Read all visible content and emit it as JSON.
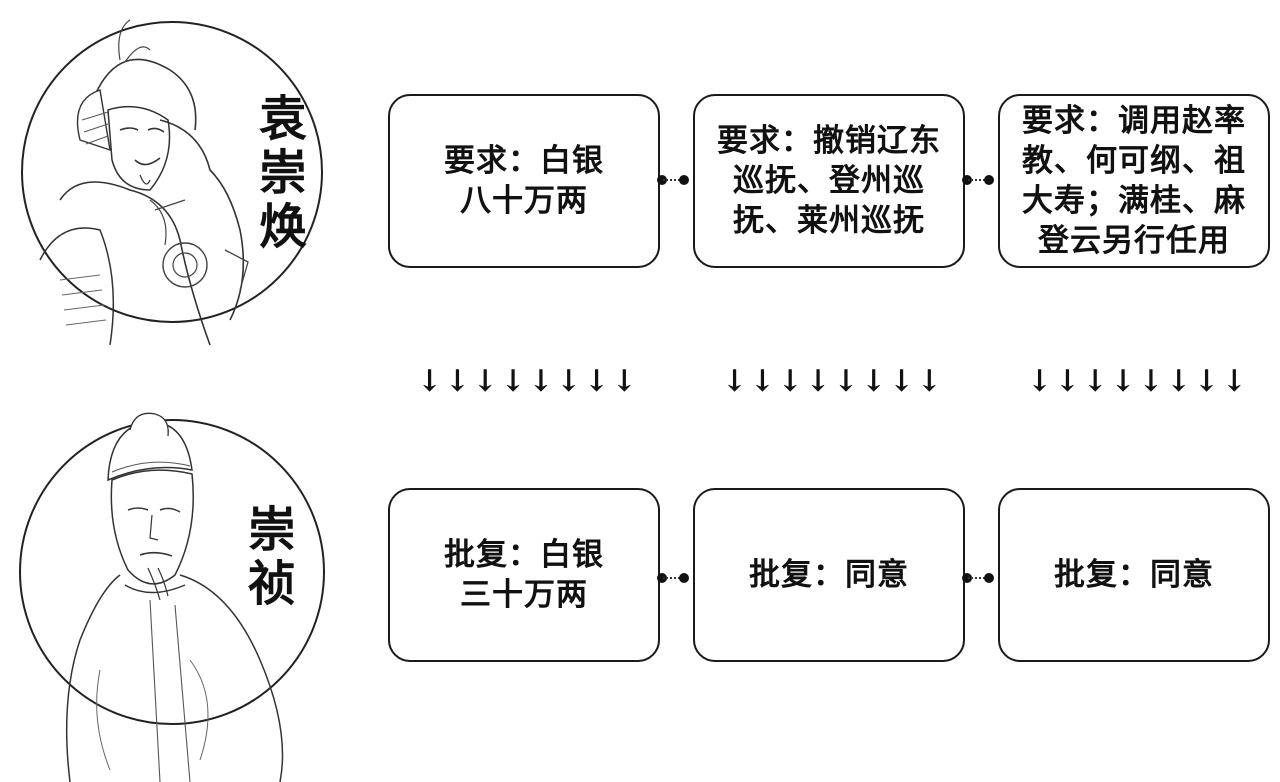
{
  "people": {
    "top": {
      "name": "袁崇焕",
      "icon": "general-portrait-icon"
    },
    "bottom": {
      "name": "崇祯",
      "icon": "emperor-portrait-icon"
    }
  },
  "requests": [
    {
      "text": "要求：白银八十万两"
    },
    {
      "text": "要求：撤销辽东巡抚、登州巡抚、莱州巡抚"
    },
    {
      "text": "要求：调用赵率教、何可纲、祖大寿；满桂、麻登云另行任用"
    }
  ],
  "replies": [
    {
      "text": "批复：白银三十万两"
    },
    {
      "text": "批复：同意"
    },
    {
      "text": "批复：同意"
    }
  ],
  "arrow_glyph": "↓",
  "arrow_count": 8
}
